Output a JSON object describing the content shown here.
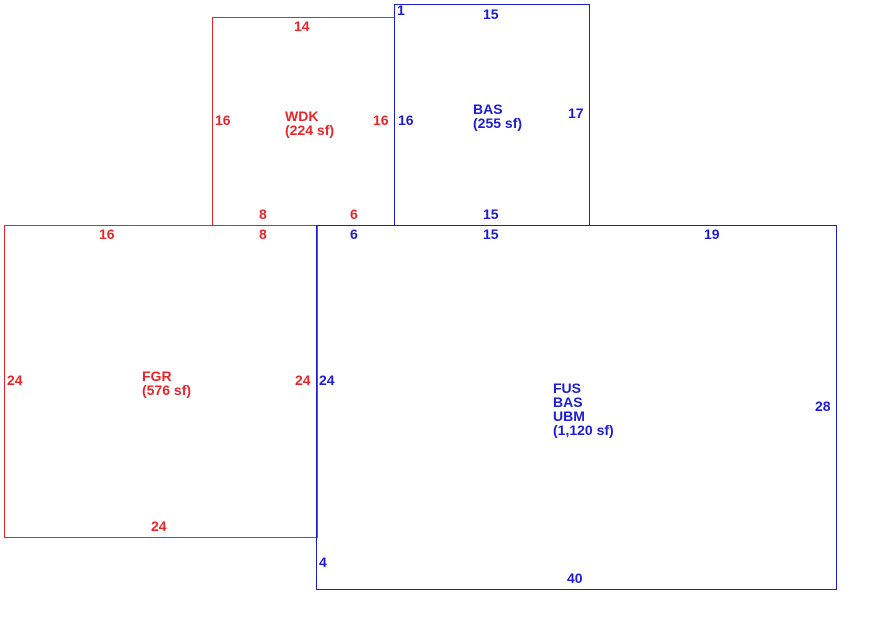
{
  "colors": {
    "red": "#e8262a",
    "blue": "#1c1cd2",
    "background": "#ffffff"
  },
  "regions": {
    "wdk": {
      "code": "WDK",
      "area": "(224 sf)",
      "color": "red",
      "dims": {
        "top": "14",
        "left": "16",
        "right": "16",
        "bottom_left": "8",
        "bottom_right": "6"
      }
    },
    "bas_upper": {
      "code": "BAS",
      "area": "(255 sf)",
      "color": "blue",
      "dims": {
        "corner": "1",
        "top": "15",
        "left": "16",
        "right": "17",
        "bottom": "15"
      }
    },
    "fgr": {
      "code": "FGR",
      "area": "(576 sf)",
      "color": "red",
      "dims": {
        "top_left": "16",
        "top_right": "8",
        "left": "24",
        "right": "24",
        "bottom": "24"
      }
    },
    "main": {
      "codes": [
        "FUS",
        "BAS",
        "UBM"
      ],
      "area": "(1,120 sf)",
      "color": "blue",
      "dims": {
        "top_left": "6",
        "top_mid": "15",
        "top_right": "19",
        "left": "24",
        "right": "28",
        "left_lower": "4",
        "bottom": "40"
      }
    }
  }
}
